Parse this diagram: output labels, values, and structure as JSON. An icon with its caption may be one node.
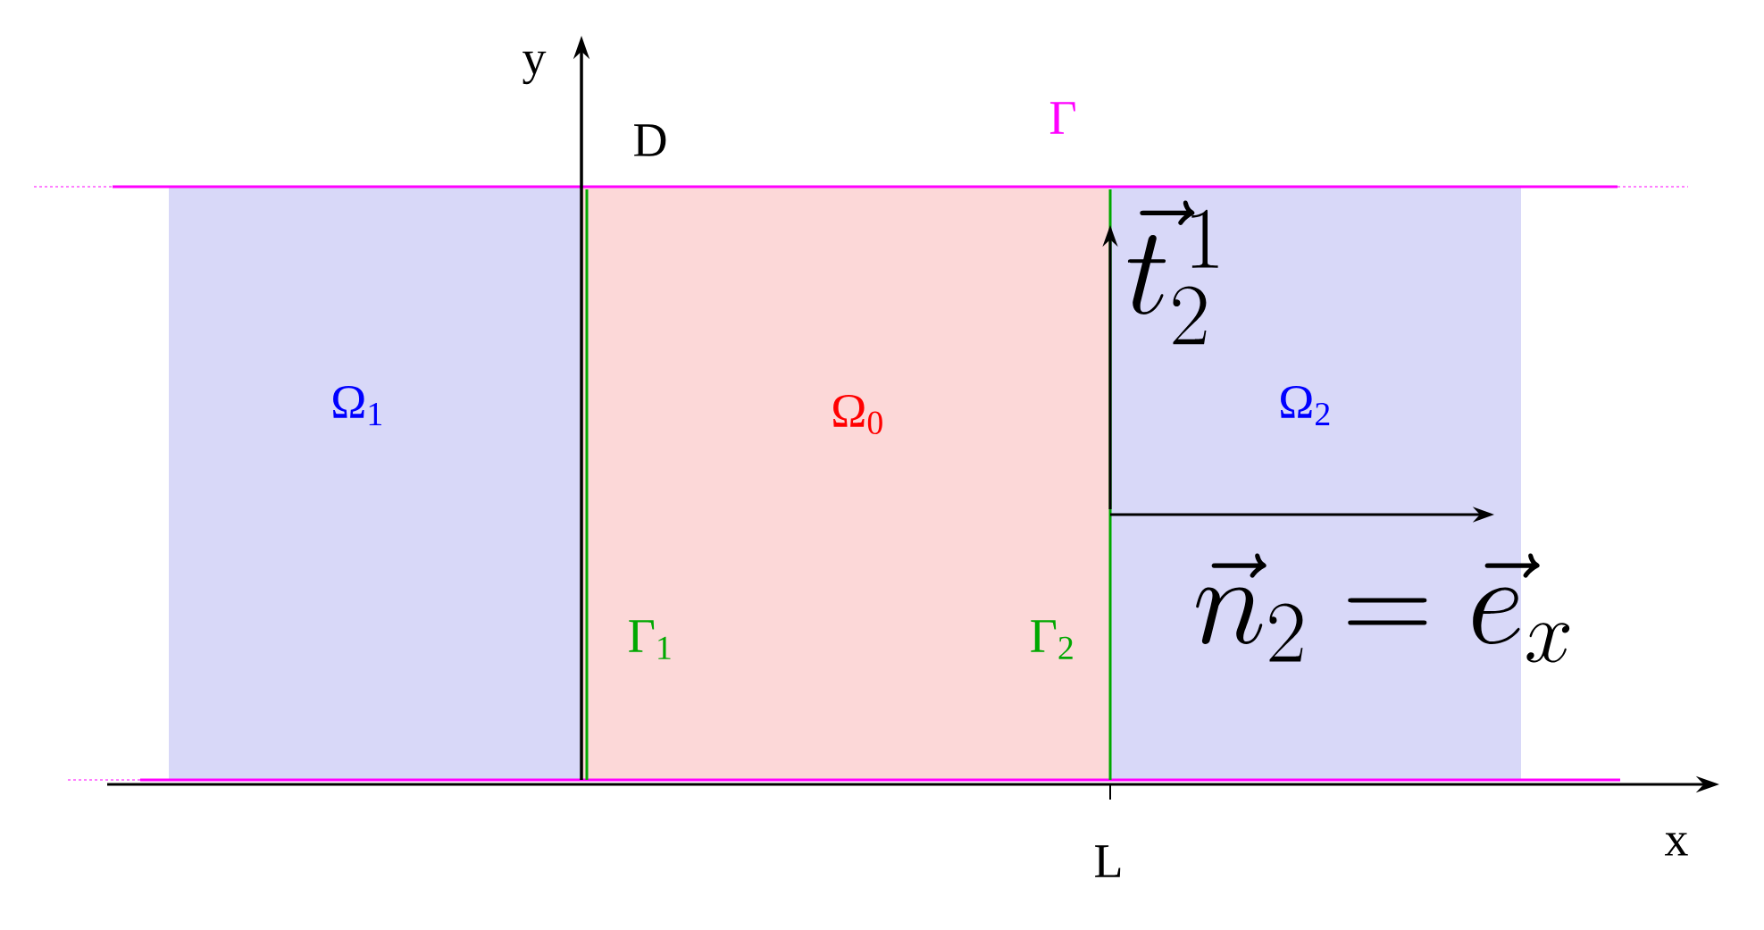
{
  "diagram": {
    "nodes": [
      {
        "text": [
          "Ω$_{1}$"
        ]
      },
      {
        "text": [
          "Ω$_{0}$"
        ]
      },
      {
        "text": [
          "Ω$_{2}$"
        ]
      }
    ],
    "labels": [
      "y",
      "Γ",
      "D",
      "\\vec{t}_{2}^{\\,1}",
      "\\vec{n}_{2}=\\vec{e}_{x}",
      "Γ$_{1}$",
      "Γ$_{2}$",
      "L",
      "x"
    ]
  }
}
